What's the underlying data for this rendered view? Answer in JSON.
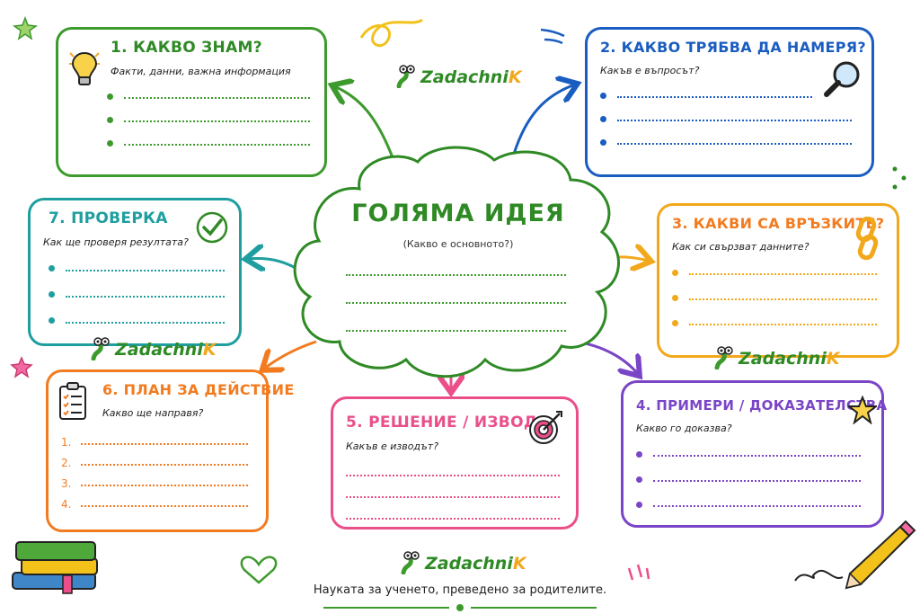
{
  "colors": {
    "green": "#3d9a2d",
    "blue": "#1a5dc0",
    "teal": "#1f9ea0",
    "yellow": "#f2a81b",
    "orange": "#f27b20",
    "pink": "#ea4f8a",
    "purple": "#7a45c6"
  },
  "center": {
    "title": "ГОЛЯМА ИДЕЯ",
    "subtitle": "(Какво е основното?)"
  },
  "cards": {
    "know": {
      "title": "1. КАКВО ЗНАМ?",
      "question": "Факти, данни, важна информация",
      "icon": "lightbulb-icon"
    },
    "find": {
      "title": "2. КАКВО ТРЯБВА ДА НАМЕРЯ?",
      "question": "Какъв е въпросът?",
      "icon": "magnifier-icon"
    },
    "links": {
      "title": "3. КАКВИ СА ВРЪЗКИТЕ?",
      "question": "Как си свързват данните?",
      "icon": "chain-link-icon"
    },
    "examples": {
      "title": "4. ПРИМЕРИ / ДОКАЗАТЕЛСТВА",
      "question": "Какво го доказва?",
      "icon": "star-icon"
    },
    "solution": {
      "title": "5. РЕШЕНИЕ / ИЗВОД",
      "question": "Какъв е изводът?",
      "icon": "target-icon"
    },
    "plan": {
      "title": "6. ПЛАН ЗА ДЕЙСТВИЕ",
      "question": "Какво ще направя?",
      "icon": "checklist-icon",
      "numbers": [
        "1.",
        "2.",
        "3.",
        "4."
      ]
    },
    "check": {
      "title": "7. ПРОВЕРКА",
      "question": "Как ще проверя резултата?",
      "icon": "checkmark-icon"
    }
  },
  "logo": {
    "main": "Zadachni",
    "accent": "K"
  },
  "tagline": "Науката за ученето, преведено за родителите."
}
